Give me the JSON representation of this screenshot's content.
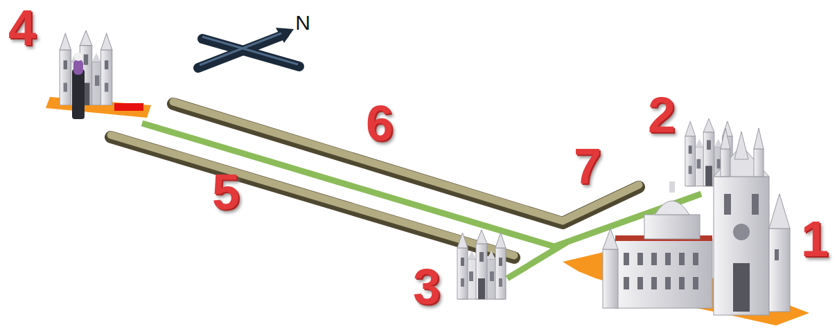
{
  "diagram": {
    "labels": [
      "4",
      "N",
      "6",
      "2",
      "7",
      "5",
      "1",
      "3"
    ]
  }
}
